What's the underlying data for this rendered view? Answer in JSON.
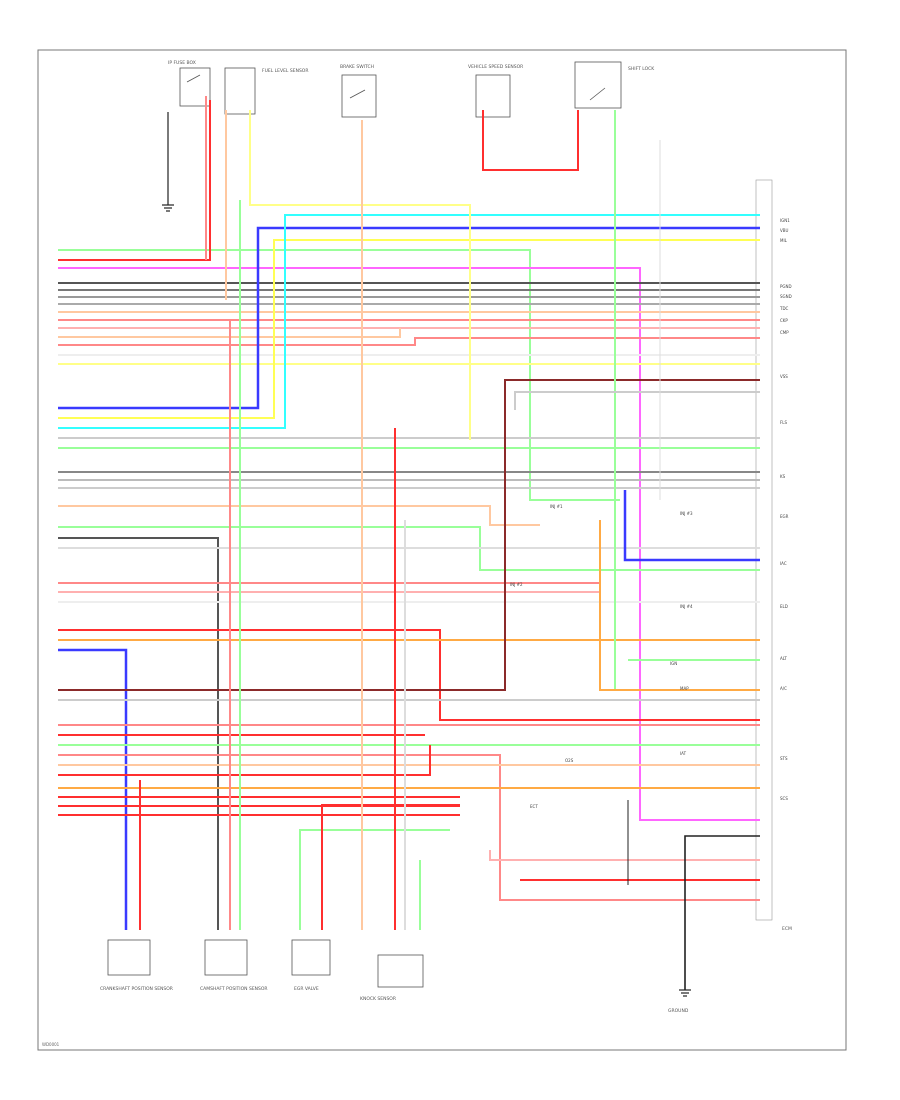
{
  "footer_code": "WD0001",
  "wire_colors": {
    "black": "#222222",
    "gray": "#8c8c8c",
    "red": "#ff2f2f",
    "pink": "#ff66ff",
    "blue": "#3a3aff",
    "yellow": "#ffff55",
    "cyan": "#33ffff",
    "green": "#55ff55",
    "light_green": "#99ff99",
    "orange": "#ffaa44",
    "peach": "#ffc8a0",
    "dark_red": "#d02020",
    "salmon": "#ff8888",
    "maroon": "#8b2a2a"
  },
  "top_components": [
    {
      "id": "a",
      "label": "IP FUSE BOX"
    },
    {
      "id": "b",
      "label": "FUEL LEVEL SENSOR"
    },
    {
      "id": "c",
      "label": "BRAKE SWITCH"
    },
    {
      "id": "d",
      "label": "VEHICLE SPEED SENSOR"
    },
    {
      "id": "e",
      "label": "SHIFT LOCK"
    }
  ],
  "bottom_components": [
    {
      "id": "f",
      "label": "CRANKSHAFT POSITION SENSOR"
    },
    {
      "id": "g",
      "label": "CAMSHAFT POSITION SENSOR"
    },
    {
      "id": "h",
      "label": "EGR VALVE"
    },
    {
      "id": "i",
      "label": "KNOCK SENSOR"
    },
    {
      "id": "j",
      "label": "GROUND"
    }
  ],
  "right_labels": [
    "ECM",
    "IGN1",
    "VBU",
    "MIL",
    "PGND",
    "SGND",
    "TDC",
    "CKP",
    "CMP",
    "VSS",
    "FLS",
    "KS",
    "EGR",
    "IAC",
    "ELD",
    "ALT",
    "A/C",
    "STS",
    "SCS"
  ],
  "mid_labels": [
    "INJ #1",
    "INJ #2",
    "INJ #3",
    "INJ #4",
    "IGN",
    "O2S",
    "ECT",
    "IAT",
    "MAP"
  ]
}
